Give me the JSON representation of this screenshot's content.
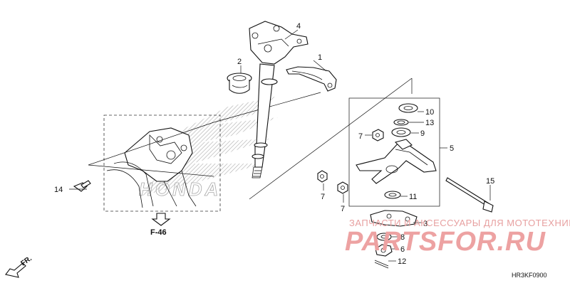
{
  "diagram": {
    "callouts": [
      {
        "id": "1",
        "label": "1"
      },
      {
        "id": "2",
        "label": "2"
      },
      {
        "id": "3",
        "label": "3"
      },
      {
        "id": "4",
        "label": "4"
      },
      {
        "id": "5",
        "label": "5"
      },
      {
        "id": "6",
        "label": "6"
      },
      {
        "id": "7a",
        "label": "7"
      },
      {
        "id": "7b",
        "label": "7"
      },
      {
        "id": "7c",
        "label": "7"
      },
      {
        "id": "8",
        "label": "8"
      },
      {
        "id": "9",
        "label": "9"
      },
      {
        "id": "10",
        "label": "10"
      },
      {
        "id": "11",
        "label": "11"
      },
      {
        "id": "12",
        "label": "12"
      },
      {
        "id": "13",
        "label": "13"
      },
      {
        "id": "14",
        "label": "14"
      },
      {
        "id": "15",
        "label": "15"
      }
    ],
    "frame_reference": "F-46",
    "direction_label": "FR.",
    "diagram_code": "HR3KF0900",
    "background_lettering": "HONDA"
  },
  "watermark": {
    "line1": "ЗАПЧАСТИ И АКСЕССУАРЫ ДЛЯ МОТОТЕХНИКИ",
    "logo": "PARTSFOR.RU"
  },
  "colors": {
    "line": "#111111",
    "background": "#ffffff",
    "watermark": "#e7a0a0"
  }
}
